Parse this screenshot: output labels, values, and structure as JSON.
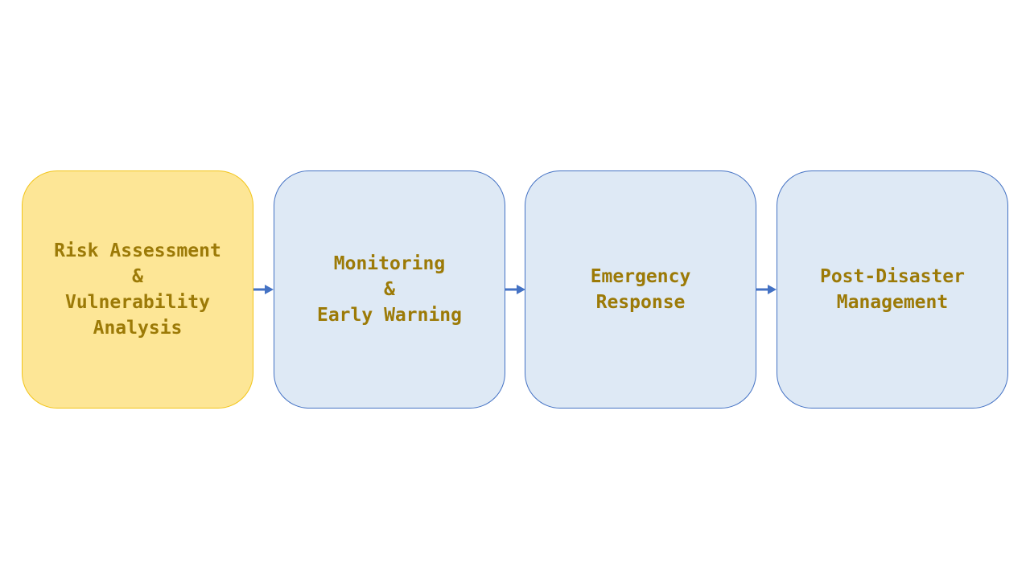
{
  "colors": {
    "highlight_fill": "#fde696",
    "highlight_border": "#f2c418",
    "stage_fill": "#dee9f5",
    "stage_border": "#4472c4",
    "label_text": "#9c7a07",
    "arrow": "#4472c4"
  },
  "stages": [
    {
      "id": "risk-assessment",
      "highlighted": true,
      "lines": [
        "Risk Assessment",
        "&",
        "Vulnerability",
        "Analysis"
      ]
    },
    {
      "id": "monitoring",
      "highlighted": false,
      "lines": [
        "Monitoring",
        "&",
        "Early Warning"
      ]
    },
    {
      "id": "emergency-response",
      "highlighted": false,
      "lines": [
        "Emergency",
        "Response"
      ]
    },
    {
      "id": "post-disaster",
      "highlighted": false,
      "lines": [
        "Post-Disaster",
        "Management"
      ]
    }
  ],
  "connectors": [
    {
      "from": "risk-assessment",
      "to": "monitoring"
    },
    {
      "from": "monitoring",
      "to": "emergency-response"
    },
    {
      "from": "emergency-response",
      "to": "post-disaster"
    }
  ]
}
